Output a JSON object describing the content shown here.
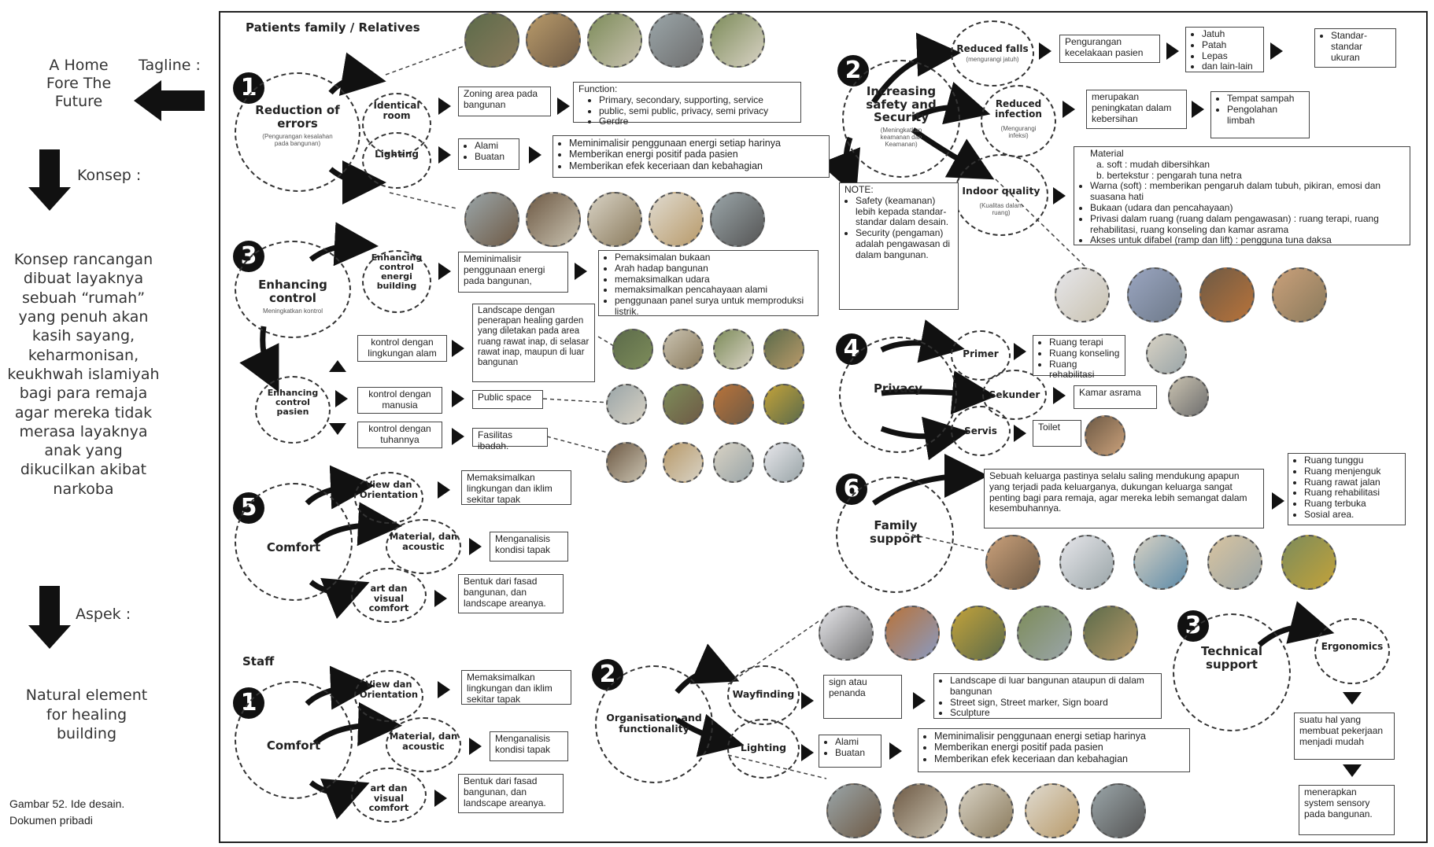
{
  "left": {
    "tagline_label": "Tagline :",
    "tagline_text": "A Home Fore The Future",
    "konsep_label": "Konsep :",
    "konsep_text": "Konsep rancangan dibuat layaknya sebuah “rumah” yang penuh akan kasih sayang, keharmonisan, keukhwah islamiyah bagi para remaja agar mereka tidak merasa layaknya anak yang dikucilkan akibat narkoba",
    "aspek_label": "Aspek :",
    "aspek_text": "Natural element for healing building",
    "caption_line1": "Gambar 52. Ide desain.",
    "caption_line2": "Dokumen pribadi"
  },
  "patients": {
    "section_title": "Patients family / Relatives",
    "n1": {
      "num": "1",
      "title": "Reduction of errors",
      "sub": "(Pengurangan kesalahan pada bangunan)",
      "identical": "Identical room",
      "lighting": "Lighting",
      "zoning": "Zoning area pada bangunan",
      "function_head": "Function:",
      "function_items": [
        "Primary, secondary, supporting, service",
        "public, semi public, privacy, semi privacy",
        "Gerdre"
      ],
      "light_items": [
        "Alami",
        "Buatan"
      ],
      "light_effects": [
        "Meminimalisir penggunaan energi setiap harinya",
        "Memberikan energi positif pada pasien",
        "Memberikan efek keceriaan dan kebahagian"
      ]
    },
    "n2": {
      "num": "2",
      "title": "Increasing safety and Security",
      "sub": "(Meningkatkan keamanan dan Keamanan)",
      "falls": "Reduced falls",
      "falls_sub": "(mengurangi jatuh)",
      "falls_desc": "Pengurangan kecelakaan pasien",
      "falls_items": [
        "Jatuh",
        "Patah",
        "Lepas",
        "dan lain-lain"
      ],
      "falls_std": [
        "Standar-standar ukuran"
      ],
      "infection": "Reduced infection",
      "infection_sub": "(Mengurangi infeksi)",
      "infection_desc": "merupakan peningkatan dalam kebersihan",
      "infection_items": [
        "Tempat sampah",
        "Pengolahan limbah"
      ],
      "indoor": "Indoor quality",
      "indoor_sub": "(Kualitas dalam ruang)",
      "material_lines": [
        "Material",
        "a. soft : mudah dibersihkan",
        "b. bertekstur : pengarah tuna netra"
      ],
      "indoor_items": [
        "Warna (soft) : memberikan pengaruh dalam tubuh, pikiran, emosi dan suasana hati",
        "Bukaan (udara dan pencahayaan)",
        "Privasi dalam ruang (ruang dalam pengawasan) : ruang terapi, ruang rehabilitasi, ruang konseling dan kamar asrama",
        "Akses untuk difabel (ramp dan lift) : pengguna tuna daksa"
      ],
      "note_head": "NOTE:",
      "note_items": [
        "Safety (keamanan) lebih kepada standar-standar dalam desain.",
        "Security (pengaman) adalah pengawasan di dalam bangunan."
      ]
    },
    "n3": {
      "num": "3",
      "title": "Enhancing control",
      "sub": "Meningkatkan kontrol",
      "energy": "Enhancing control energi building",
      "energy_desc": "Meminimalisir penggunaan energi pada bangunan,",
      "energy_items": [
        "Pemaksimalan bukaan",
        "Arah hadap bangunan",
        "memaksimalkan udara",
        "memaksimalkan pencahayaan alami",
        "penggunaan panel surya untuk memproduksi listrik."
      ],
      "patient": "Enhancing control pasien",
      "alam": "kontrol dengan lingkungan alam",
      "alam_desc": "Landscape dengan penerapan healing garden yang diletakan pada area ruang rawat inap, di selasar rawat inap, maupun di luar bangunan",
      "manusia": "kontrol dengan manusia",
      "manusia_desc": "Public space",
      "tuhan": "kontrol dengan tuhannya",
      "tuhan_desc": "Fasilitas ibadah."
    },
    "n4": {
      "num": "4",
      "title": "Privacy",
      "primer": "Primer",
      "primer_items": [
        "Ruang terapi",
        "Ruang konseling",
        "Ruang rehabilitasi"
      ],
      "sekunder": "Sekunder",
      "sekunder_desc": "Kamar asrama",
      "servis": "Servis",
      "servis_desc": "Toilet"
    },
    "n5": {
      "num": "5",
      "title": "Comfort",
      "view": "View dan Orientation",
      "view_desc": "Memaksimalkan lingkungan dan iklim sekitar tapak",
      "material": "Material, dan acoustic",
      "material_desc": "Menganalisis kondisi tapak",
      "art": "art dan visual comfort",
      "art_desc": "Bentuk dari fasad bangunan, dan landscape areanya."
    },
    "n6": {
      "num": "6",
      "title": "Family support",
      "desc": "Sebuah keluarga pastinya selalu saling mendukung apapun yang terjadi pada keluarganya, dukungan keluarga sangat penting bagi para remaja, agar mereka lebih semangat dalam kesembuhannya.",
      "items": [
        "Ruang tunggu",
        "Ruang menjenguk",
        "Ruang rawat jalan",
        "Ruang rehabilitasi",
        "Ruang terbuka",
        "Sosial area."
      ]
    }
  },
  "staff": {
    "section_title": "Staff",
    "s1": {
      "num": "1",
      "title": "Comfort",
      "view": "View dan Orientation",
      "view_desc": "Memaksimalkan lingkungan dan iklim sekitar tapak",
      "material": "Material, dan acoustic",
      "material_desc": "Menganalisis kondisi tapak",
      "art": "art dan visual comfort",
      "art_desc": "Bentuk dari fasad bangunan, dan landscape areanya."
    },
    "s2": {
      "num": "2",
      "title": "Organisation and functionality",
      "wayfinding": "Wayfinding",
      "way_desc": "sign atau penanda",
      "way_items": [
        "Landscape di luar bangunan ataupun di dalam bangunan",
        "Street sign, Street marker, Sign board",
        "Sculpture"
      ],
      "lighting": "Lighting",
      "light_items": [
        "Alami",
        "Buatan"
      ],
      "light_effects": [
        "Meminimalisir penggunaan energi setiap harinya",
        "Memberikan energi positif pada pasien",
        "Memberikan efek keceriaan dan kebahagian"
      ]
    },
    "s3": {
      "num": "3",
      "title": "Technical support",
      "ergonomics": "Ergonomics",
      "ergo_desc": "suatu hal yang membuat pekerjaan menjadi mudah",
      "ergo_result": "menerapkan system sensory pada bangunan."
    }
  },
  "colors": {
    "ink": "#111111",
    "frame": "#222222",
    "photo_palette": [
      "#8a7a5c",
      "#b89a6a",
      "#5c6b4a",
      "#9aa5a8",
      "#c9c2b0",
      "#6e5a45",
      "#7d8c5a",
      "#d8d2c4"
    ]
  }
}
